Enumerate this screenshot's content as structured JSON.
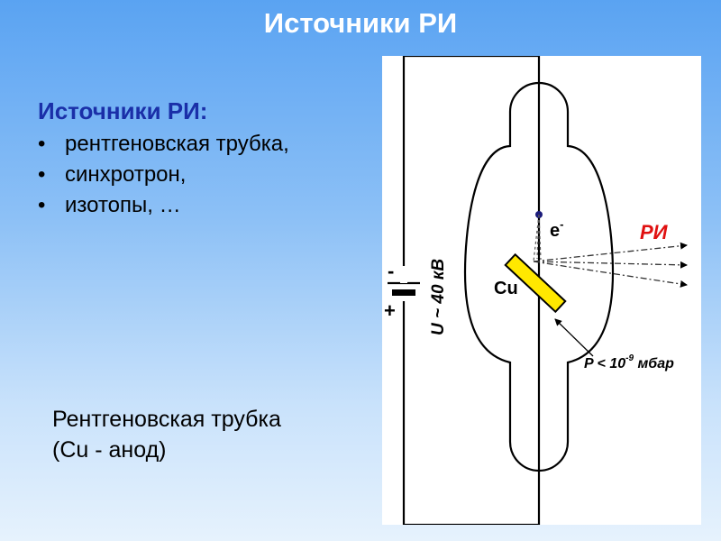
{
  "title": "Источники РИ",
  "sources": {
    "heading": "Источники РИ:",
    "items": [
      {
        "bullet": "•",
        "label": "рентгеновская  трубка,"
      },
      {
        "bullet": "•",
        "label": "синхротрон,"
      },
      {
        "bullet": "•",
        "label": "изотопы,  …"
      }
    ]
  },
  "caption": {
    "line1": "Рентгеновская  трубка",
    "line2": "(Cu - анод)"
  },
  "diagram": {
    "electron_label": "e",
    "electron_charge": "-",
    "radiation_label": "РИ",
    "anode_label": "Cu",
    "voltage_label": "U ~ 40 кВ",
    "minus_label": "-",
    "plus_label": "+",
    "pressure_prefix": "P < 10",
    "pressure_exponent": "-9",
    "pressure_unit": " мбар",
    "colors": {
      "radiation": "#e01010",
      "anode_fill": "#ffe800",
      "electron_dot": "#1a1a7a",
      "heading": "#1a2fa8"
    }
  }
}
